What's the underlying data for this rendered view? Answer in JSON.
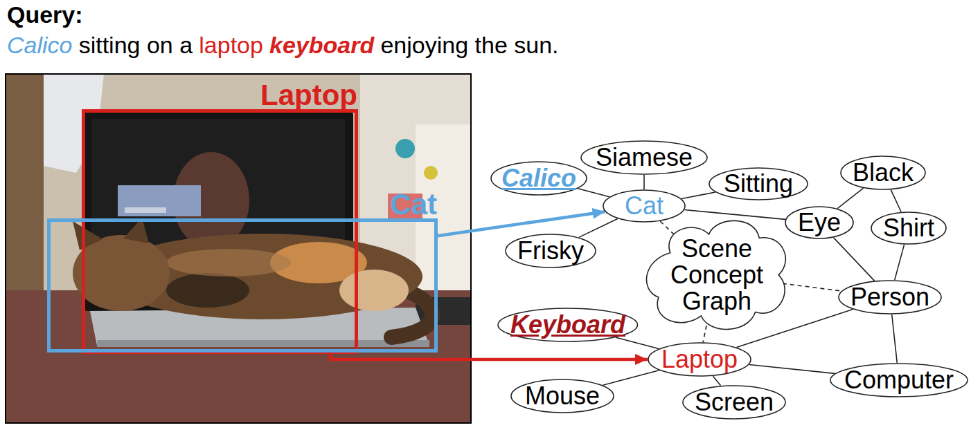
{
  "diagram": {
    "title": "Query:",
    "nodes": [
      {
        "text": [
          "Laptop"
        ]
      },
      {
        "text": [
          "Cat"
        ]
      },
      {
        "text": [
          "Siamese"
        ]
      },
      {
        "text": [
          "Calico"
        ]
      },
      {
        "text": [
          "Cat"
        ]
      },
      {
        "text": [
          "Sitting"
        ]
      },
      {
        "text": [
          "Black"
        ]
      },
      {
        "text": [
          "Eye"
        ]
      },
      {
        "text": [
          "Shirt"
        ]
      },
      {
        "text": [
          "Frisky"
        ]
      },
      {
        "text": [
          "Scene Concept Graph"
        ]
      },
      {
        "text": [
          "Person"
        ]
      },
      {
        "text": [
          "Keyboard"
        ]
      },
      {
        "text": [
          "Laptop"
        ]
      },
      {
        "text": [
          "Mouse"
        ]
      },
      {
        "text": [
          "Screen"
        ]
      },
      {
        "text": [
          "Computer"
        ]
      }
    ],
    "edges": [
      {
        "from": 0,
        "to": 13,
        "arrow": "to"
      },
      {
        "from": 1,
        "to": 4,
        "arrow": "to"
      },
      {
        "from": 3,
        "to": 4,
        "arrow": "none"
      },
      {
        "from": 2,
        "to": 4,
        "arrow": "none"
      },
      {
        "from": 4,
        "to": 5,
        "arrow": "none"
      },
      {
        "from": 9,
        "to": 4,
        "arrow": "none"
      },
      {
        "from": 4,
        "to": 7,
        "arrow": "none"
      },
      {
        "from": 7,
        "to": 6,
        "arrow": "none"
      },
      {
        "from": 6,
        "to": 8,
        "arrow": "none"
      },
      {
        "from": 7,
        "to": 11,
        "arrow": "none"
      },
      {
        "from": 8,
        "to": 11,
        "arrow": "none"
      },
      {
        "from": 4,
        "to": 10,
        "arrow": "none"
      },
      {
        "from": 10,
        "to": 11,
        "arrow": "none"
      },
      {
        "from": 10,
        "to": 13,
        "arrow": "none"
      },
      {
        "from": 12,
        "to": 13,
        "arrow": "none"
      },
      {
        "from": 13,
        "to": 11,
        "arrow": "none"
      },
      {
        "from": 13,
        "to": 14,
        "arrow": "none"
      },
      {
        "from": 13,
        "to": 15,
        "arrow": "none"
      },
      {
        "from": 13,
        "to": 16,
        "arrow": "none"
      },
      {
        "from": 11,
        "to": 16,
        "arrow": "none"
      }
    ],
    "labels": [
      "Calico",
      "sitting on a",
      "laptop",
      "keyboard",
      "enjoying the sun."
    ]
  }
}
